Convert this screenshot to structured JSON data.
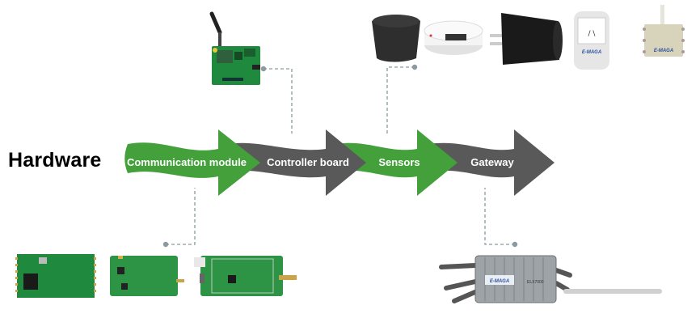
{
  "title": "Hardware",
  "colors": {
    "green": "#43a03a",
    "gray": "#595959",
    "leader": "#8a9a9e",
    "title": "#000000"
  },
  "stages": [
    {
      "label": "Communication module",
      "color": "green"
    },
    {
      "label": "Controller board",
      "color": "gray"
    },
    {
      "label": "Sensors",
      "color": "green"
    },
    {
      "label": "Gateway",
      "color": "gray"
    }
  ],
  "devices": {
    "communication_modules": [
      "pcb-module",
      "pcb-module-sma",
      "pcb-devboard-sma"
    ],
    "controller_board": "pcb-board-with-antenna",
    "sensors": [
      "black-cylinder-sensor",
      "smoke-detector",
      "black-plug-sensor",
      "smart-socket",
      "enclosure-sensor"
    ],
    "gateway": "outdoor-gateway"
  },
  "brand_text": "E-MAGA",
  "gateway_label": "ELX7000"
}
